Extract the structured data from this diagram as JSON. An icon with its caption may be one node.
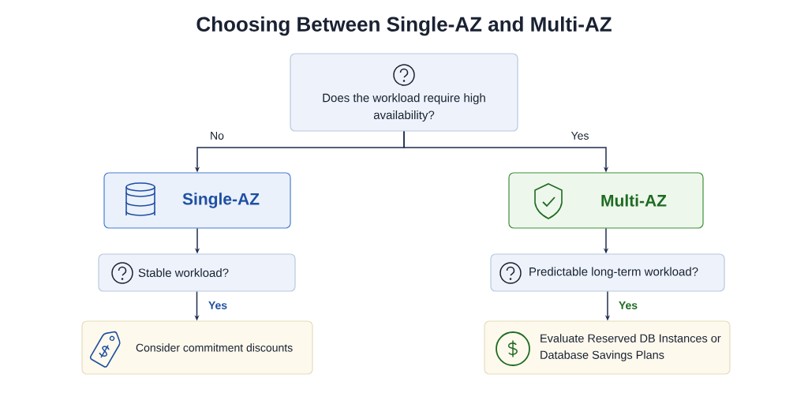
{
  "diagram": {
    "title": "Choosing Between Single-AZ and Multi-AZ",
    "nodes": [
      {
        "text": [
          "Does the workload require high availability?"
        ]
      },
      {
        "text": [
          "Single-AZ"
        ]
      },
      {
        "text": [
          "Multi-AZ"
        ]
      },
      {
        "text": [
          "Stable workload?"
        ]
      },
      {
        "text": [
          "Predictable long-term workload?"
        ]
      },
      {
        "text": [
          "Consider commitment discounts"
        ]
      },
      {
        "text": [
          "Evaluate Reserved DB Instances or Database Savings Plans"
        ]
      }
    ],
    "edges": [
      {
        "from": 0,
        "to": 1,
        "arrow": "to",
        "label": "No"
      },
      {
        "from": 0,
        "to": 2,
        "arrow": "to",
        "label": "Yes"
      },
      {
        "from": 1,
        "to": 3,
        "arrow": "to"
      },
      {
        "from": 2,
        "to": 4,
        "arrow": "to"
      },
      {
        "from": 3,
        "to": 5,
        "arrow": "to",
        "label": "Yes"
      },
      {
        "from": 4,
        "to": 6,
        "arrow": "to",
        "label": "Yes"
      }
    ]
  }
}
